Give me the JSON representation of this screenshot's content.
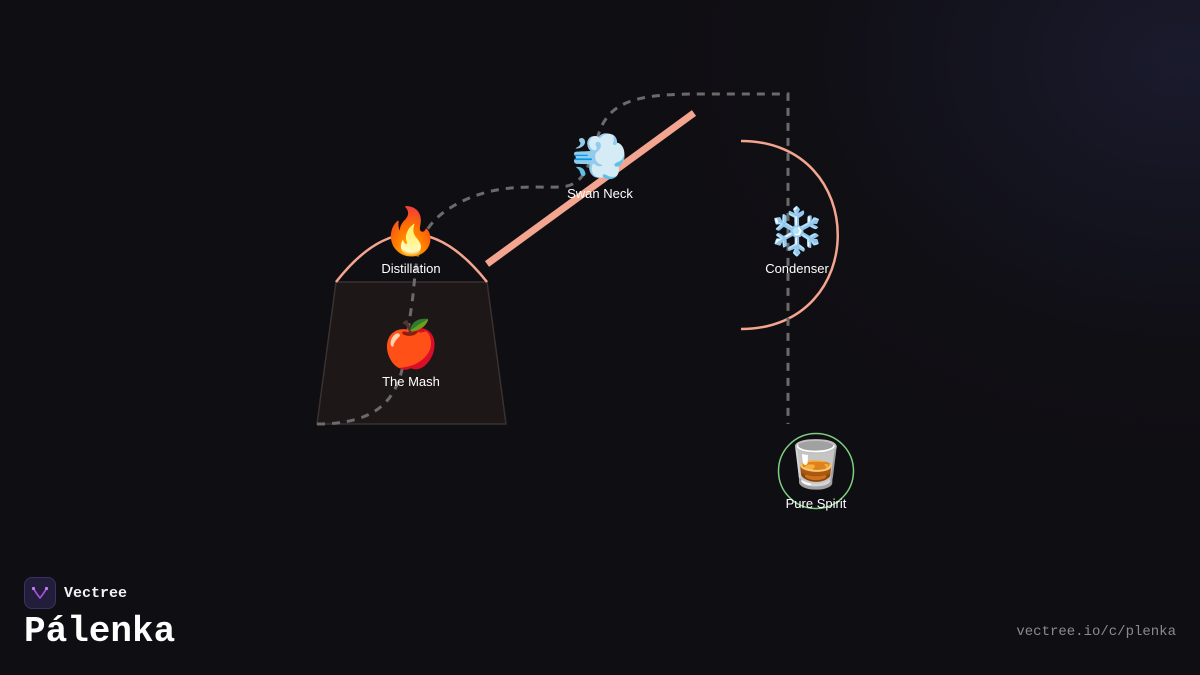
{
  "brand": {
    "name": "Vectree",
    "logo_icon": "vectree-logo-icon"
  },
  "page": {
    "title": "Pálenka",
    "url": "vectree.io/c/plenka"
  },
  "colors": {
    "background": "#0f0e12",
    "accent_line": "#f4a58f",
    "connector": "#6b6b6b",
    "mash_fill": "#1e1717",
    "output_ring": "#7fcf82",
    "label": "#ffffff"
  },
  "diagram": {
    "nodes": [
      {
        "id": "mash",
        "label": "The Mash",
        "emoji": "🍎",
        "icon": "apple-icon"
      },
      {
        "id": "distillation",
        "label": "Distillation",
        "emoji": "🔥",
        "icon": "fire-icon"
      },
      {
        "id": "swan_neck",
        "label": "Swan Neck",
        "emoji": "💨",
        "icon": "steam-icon"
      },
      {
        "id": "condenser",
        "label": "Condenser",
        "emoji": "❄️",
        "icon": "snowflake-icon"
      },
      {
        "id": "pure_spirit",
        "label": "Pure Spirit",
        "emoji": "🥃",
        "icon": "tumbler-glass-icon"
      }
    ],
    "flow": [
      "mash",
      "distillation",
      "swan_neck",
      "condenser",
      "pure_spirit"
    ]
  }
}
